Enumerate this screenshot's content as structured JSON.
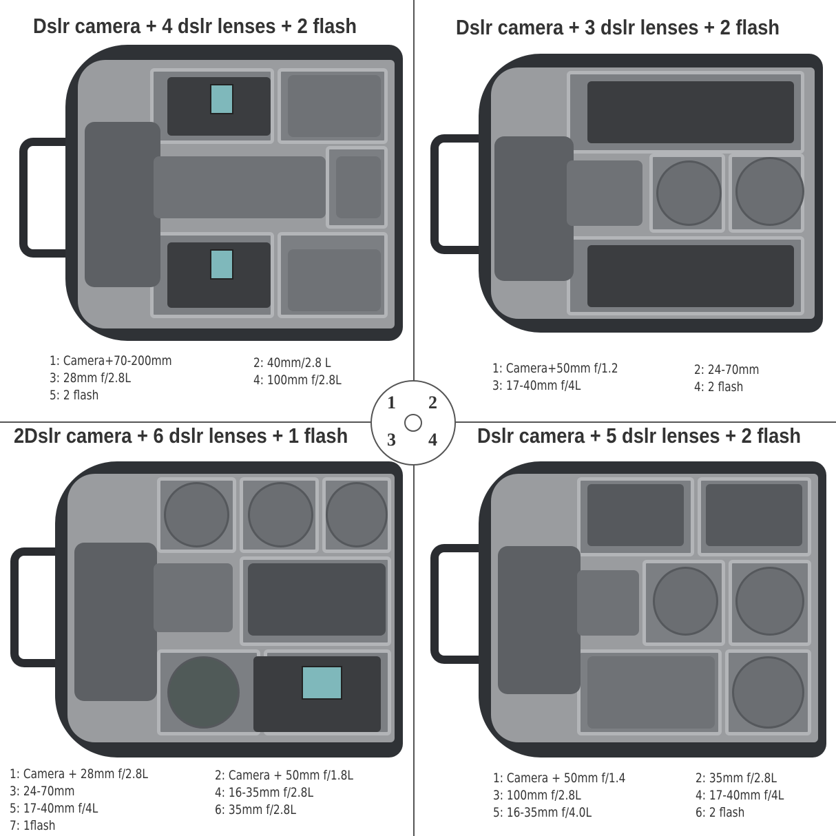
{
  "quadrants": [
    {
      "title": "Dslr camera + 4 dslr lenses +  2 flash",
      "specs_left": [
        "1: Camera+70-200mm",
        "3: 28mm f/2.8L",
        "5: 2 flash"
      ],
      "specs_right": [
        "2: 40mm/2.8 L",
        "4: 100mm f/2.8L"
      ]
    },
    {
      "title": "Dslr camera + 3 dslr lenses + 2 flash",
      "specs_left": [
        "1: Camera+50mm f/1.2",
        "3: 17-40mm f/4L"
      ],
      "specs_right": [
        "2: 24-70mm",
        "4: 2 flash"
      ]
    },
    {
      "title": "2Dslr camera + 6 dslr lenses + 1 flash",
      "specs_left": [
        "1: Camera + 28mm f/2.8L",
        "3: 24-70mm",
        "5: 17-40mm f/4L",
        "7: 1flash"
      ],
      "specs_right": [
        "2: Camera + 50mm f/1.8L",
        "4: 16-35mm f/2.8L",
        "6: 35mm f/2.8L"
      ]
    },
    {
      "title": "Dslr camera + 5 dslr lenses + 2 flash",
      "specs_left": [
        "1: Camera + 50mm f/1.4",
        "3: 100mm f/2.8L",
        "5: 16-35mm f/4.0L"
      ],
      "specs_right": [
        "2: 35mm f/2.8L",
        "4: 17-40mm f/4L",
        "6: 2 flash"
      ]
    }
  ],
  "center_marker": {
    "labels": [
      "1",
      "2",
      "3",
      "4"
    ]
  },
  "colors": {
    "bag": "#2f3236",
    "interior": "#9a9c9f",
    "divider": "#b3b5b8",
    "text": "#333333"
  }
}
